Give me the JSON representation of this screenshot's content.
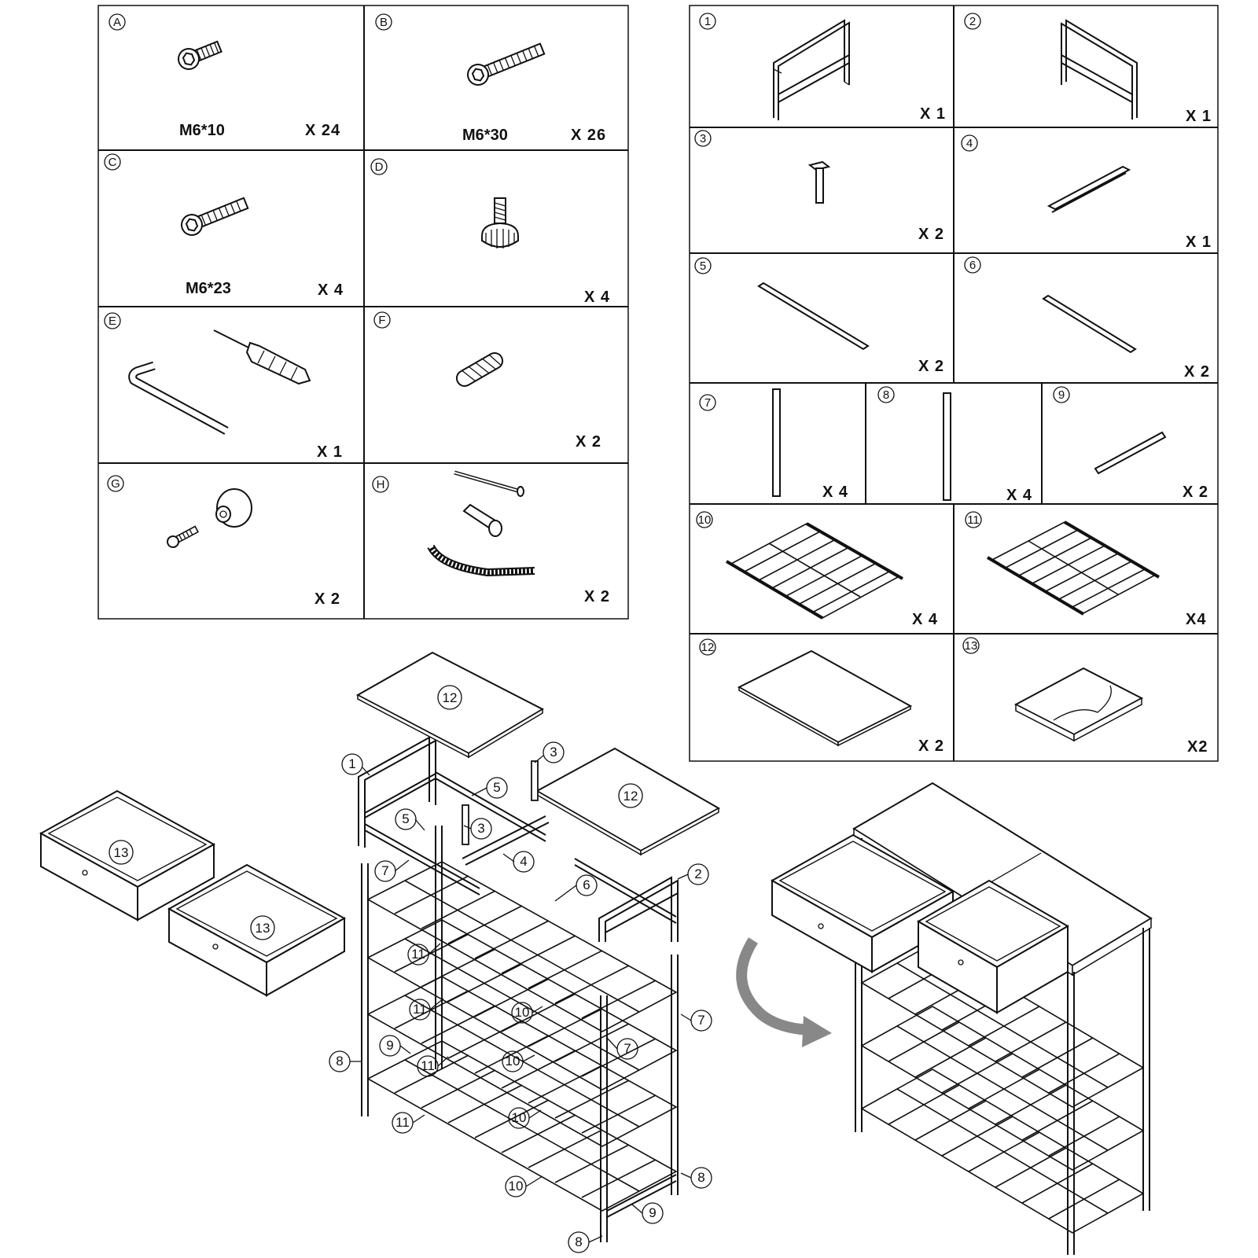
{
  "hardware": [
    {
      "letter": "A",
      "spec": "M6*10",
      "qty": "X 24"
    },
    {
      "letter": "B",
      "spec": "M6*30",
      "qty": "X 26"
    },
    {
      "letter": "C",
      "spec": "M6*23",
      "qty": "X 4"
    },
    {
      "letter": "D",
      "spec": "",
      "qty": "X 4"
    },
    {
      "letter": "E",
      "spec": "",
      "qty": "X 1"
    },
    {
      "letter": "F",
      "spec": "",
      "qty": "X 2"
    },
    {
      "letter": "G",
      "spec": "",
      "qty": "X 2"
    },
    {
      "letter": "H",
      "spec": "",
      "qty": "X 2"
    }
  ],
  "parts": [
    {
      "num": "1",
      "qty": "X 1"
    },
    {
      "num": "2",
      "qty": "X 1"
    },
    {
      "num": "3",
      "qty": "X 2"
    },
    {
      "num": "4",
      "qty": "X 1"
    },
    {
      "num": "5",
      "qty": "X 2"
    },
    {
      "num": "6",
      "qty": "X 2"
    },
    {
      "num": "7",
      "qty": "X 4"
    },
    {
      "num": "8",
      "qty": "X 4"
    },
    {
      "num": "9",
      "qty": "X 2"
    },
    {
      "num": "10",
      "qty": "X 4"
    },
    {
      "num": "11",
      "qty": "X4"
    },
    {
      "num": "12",
      "qty": "X 2"
    },
    {
      "num": "13",
      "qty": "X2"
    }
  ],
  "assembly_callouts": [
    "12",
    "12",
    "1",
    "3",
    "3",
    "5",
    "5",
    "4",
    "7",
    "6",
    "2",
    "11",
    "11",
    "11",
    "11",
    "10",
    "10",
    "10",
    "10",
    "7",
    "7",
    "8",
    "9",
    "8",
    "8",
    "9",
    "13",
    "13"
  ]
}
